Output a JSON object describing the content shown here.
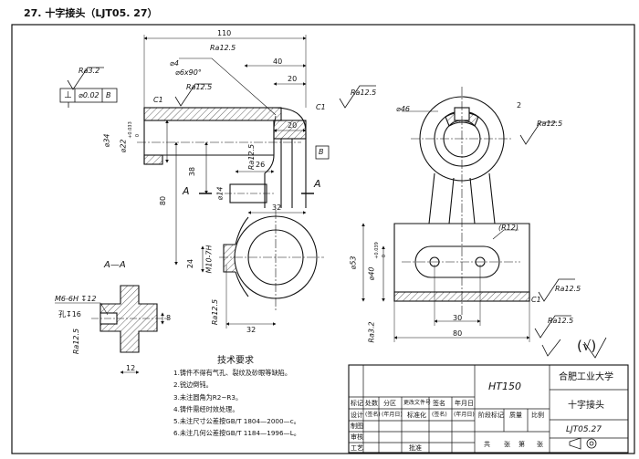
{
  "title": "27. 十字接头（LJT05. 27）",
  "dimensions": {
    "d110": "110",
    "d40": "40",
    "d20a": "20",
    "d20b": "20",
    "dia4": "⌀4",
    "dia6x90": "⌀6x90°",
    "d34": "⌀34",
    "d22": "⌀22",
    "tol22_up": "+0.033",
    "tol22_lo": "0",
    "d38": "38",
    "d80": "80",
    "d26": "26",
    "d14": "⌀14",
    "d32a": "32",
    "d24": "24",
    "m10": "M10-7H",
    "d32b": "32",
    "d46": "⌀46",
    "d2": "2",
    "r12": "(R12)",
    "d53": "⌀53",
    "d40b": "⌀40",
    "tol40_up": "+0.039",
    "tol40_lo": "0",
    "d30": "30",
    "d80b": "80",
    "m6": "M6-6H ↧12",
    "hole16": "孔↧16",
    "d8": "8",
    "d12": "12"
  },
  "finish": {
    "ra32a": "Ra3.2",
    "ra125a": "Ra12.5",
    "ra125b": "Ra12.5",
    "ra125c": "Ra12.5",
    "ra125d": "Ra12.5",
    "ra125e": "Ra12.5",
    "ra125f": "Ra12.5",
    "ra125g": "Ra12.5",
    "ra32b": "Ra3.2",
    "ra125h": "Ra12.5",
    "ra125i": "Ra12.5",
    "general": "(√)"
  },
  "chamfers": {
    "c1a": "C1",
    "c1b": "C1",
    "c1c": "C1"
  },
  "tolerance_frames": {
    "perp_sym": "⊥",
    "perp_val": "⌀0.02",
    "perp_ref": "B",
    "datum_b": "B"
  },
  "sections": {
    "a_left": "A",
    "a_right": "A",
    "aa": "A—A"
  },
  "tech": {
    "heading": "技术要求",
    "items": [
      "1.铸件不得有气孔、裂纹及砂眼等缺陷。",
      "2.锐边倒钝。",
      "3.未注圆角为R2~R3。",
      "4.铸件需经时效处理。",
      "5.未注尺寸公差按GB/T 1804—2000—c。",
      "6.未注几何公差按GB/T 1184—1996—L。"
    ]
  },
  "title_block": {
    "material": "HT150",
    "company": "合肥工业大学",
    "part_name": "十字接头",
    "drawing_no": "LJT05.27",
    "r1": [
      "标记",
      "处数",
      "分区",
      "更改文件号",
      "签名",
      "年月日"
    ],
    "r2": [
      "设计",
      "(签名)",
      "(年月日)",
      "标准化",
      "(签名)",
      "(年月日)"
    ],
    "r2b": [
      "阶段标记",
      "质量",
      "比例"
    ],
    "r3": [
      "制图"
    ],
    "r4": [
      "审核"
    ],
    "r5": [
      "工艺",
      "批准"
    ],
    "r5b": [
      "共",
      "张",
      "第",
      "张"
    ]
  }
}
